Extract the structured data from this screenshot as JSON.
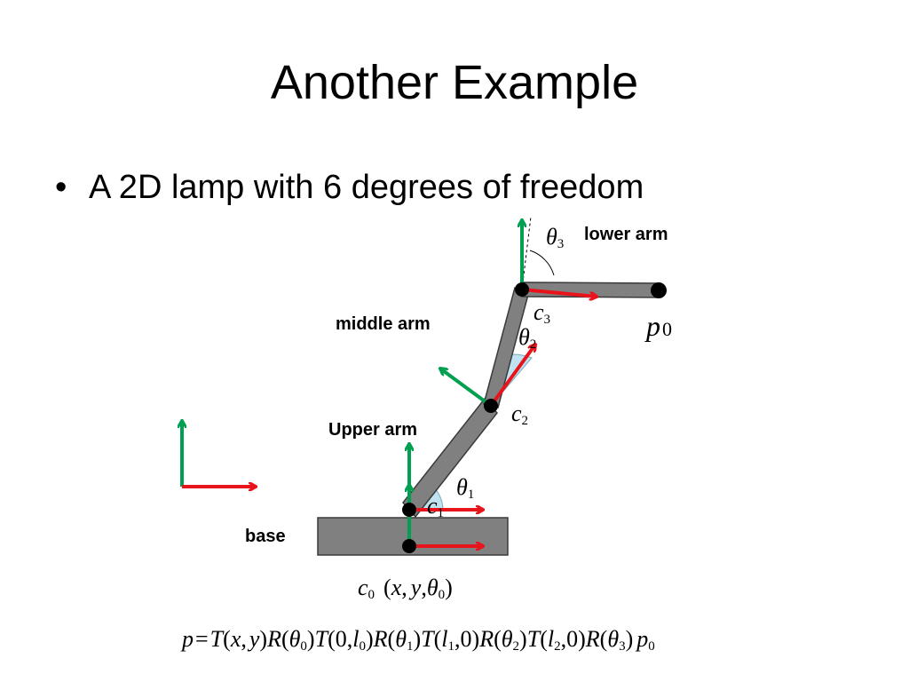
{
  "slide": {
    "title": "Another Example",
    "bullet_symbol": "•",
    "bullet_text": "A 2D lamp with 6 degrees of freedom"
  },
  "labels": {
    "lower_arm": "lower arm",
    "middle_arm": "middle arm",
    "upper_arm": "Upper arm",
    "base": "base"
  },
  "symbols": {
    "theta": "θ",
    "c": "c",
    "p": "p",
    "sub_0": "0",
    "sub_1": "1",
    "sub_2": "2",
    "sub_3": "3"
  },
  "base_pose": {
    "open": "(",
    "x": "x",
    "comma": ",",
    "y": "y",
    "close": ")"
  },
  "equation": {
    "p": "p",
    "eq": "=",
    "T": "T",
    "R": "R",
    "open": "(",
    "close": ")",
    "comma": ",",
    "x": "x",
    "y": "y",
    "theta": "θ",
    "l": "l",
    "zero": "0",
    "sub_0": "0",
    "sub_1": "1",
    "sub_2": "2",
    "sub_3": "3"
  },
  "colors": {
    "arm_fill": "#808080",
    "arm_stroke": "#3a3a3a",
    "y_axis": "#00a050",
    "x_axis": "#e8141b",
    "joint_angle_fill": "#bfe3f0",
    "joint": "#000000"
  }
}
